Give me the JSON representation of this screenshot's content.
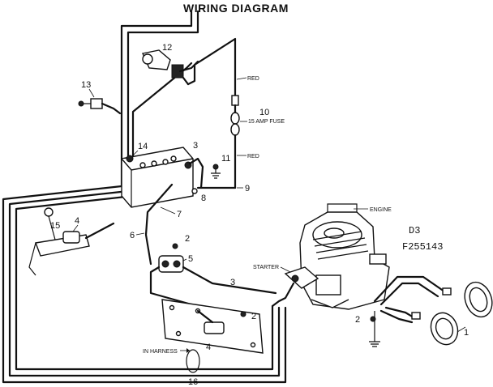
{
  "title": "WIRING DIAGRAM",
  "diagram_code": "D3",
  "part_number": "F255143",
  "wire_labels": {
    "red_upper": "RED",
    "red_lower": "RED",
    "fuse": "15 AMP FUSE",
    "in_harness": "IN HARNESS"
  },
  "component_labels": {
    "engine": "ENGINE",
    "starter": "STARTER"
  },
  "callouts": {
    "c1": "1",
    "c2a": "2",
    "c2b": "2",
    "c2c": "2",
    "c3a": "3",
    "c3b": "3",
    "c4a": "4",
    "c4b": "4",
    "c5": "5",
    "c6": "6",
    "c7": "7",
    "c8": "8",
    "c9": "9",
    "c10": "10",
    "c11": "11",
    "c12": "12",
    "c13": "13",
    "c14": "14",
    "c15": "15",
    "c16": "16"
  }
}
